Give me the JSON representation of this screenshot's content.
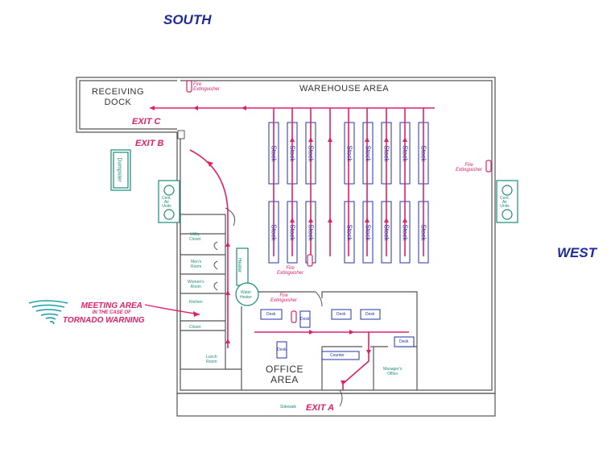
{
  "compass": {
    "south": "SOUTH",
    "west": "WEST"
  },
  "areas": {
    "receiving_dock": [
      "RECEIVING",
      "DOCK"
    ],
    "warehouse_area": "WAREHOUSE AREA",
    "office_area": [
      "OFFICE",
      "AREA"
    ]
  },
  "exits": {
    "a": "EXIT A",
    "b": "EXIT B",
    "c": "EXIT C"
  },
  "fire_extinguisher": [
    "Fire",
    "Extinguisher"
  ],
  "meeting_area": {
    "line1": "MEETING AREA",
    "line2": "IN THE CASE OF",
    "line3": "TORNADO WARNING"
  },
  "rooms": {
    "utility_closet": [
      "Utility",
      "Closet"
    ],
    "mens_room": [
      "Men's",
      "Room"
    ],
    "womens_room": [
      "Women's",
      "Room"
    ],
    "kitchen": "Kitchen",
    "closet": "Closet",
    "lunch_room": [
      "Lunch",
      "Room"
    ],
    "managers_office": [
      "Manager's",
      "Office"
    ],
    "sidewalk": "Sidewalk",
    "water_heater": [
      "Water",
      "Heater"
    ],
    "heater": "Heater",
    "dumpster": "Dumpster",
    "central_air": [
      "Cent.",
      "Air",
      "Units"
    ]
  },
  "furniture": {
    "desk": "Desk",
    "counter": "Counter",
    "stock": "Stock"
  },
  "colors": {
    "route": "#e0206a",
    "rack": "#2233aa",
    "wall": "#555555",
    "fixture": "#1c8c7a",
    "compass": "#1f2a9c"
  }
}
